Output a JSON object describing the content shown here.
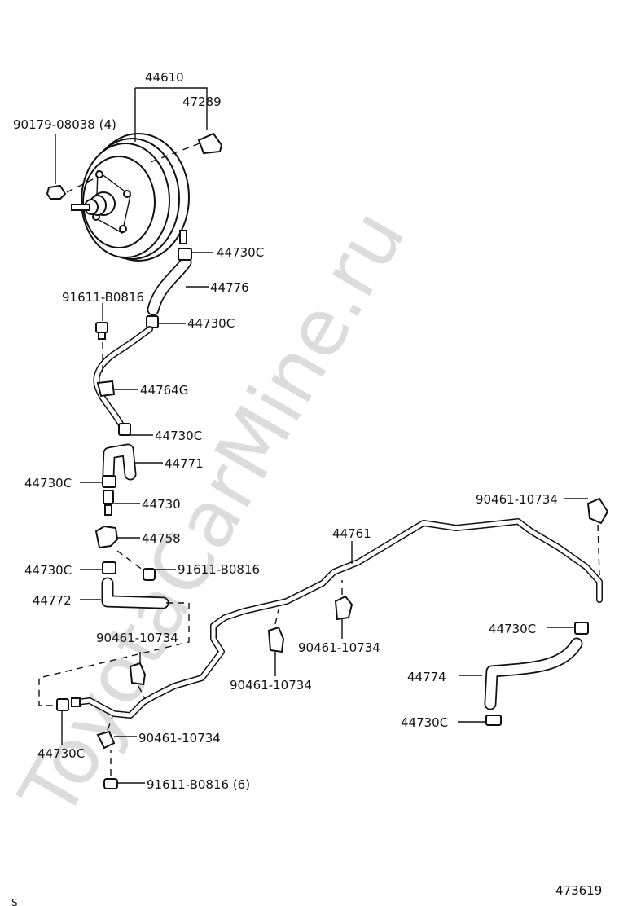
{
  "watermark": "ToyotaCarMine.ru",
  "diagram_id": "473619",
  "corner_mark": "S",
  "labels": {
    "booster": "44610",
    "gasket": "47289",
    "nut": "90179-08038 (4)",
    "clamp_booster": "44730C",
    "hose_upper": "44776",
    "bolt_top": "91611-B0816",
    "clamp_pipe_top": "44730C",
    "pipe_upper": "44764G",
    "clamp_mid": "44730C",
    "hose_mid": "44771",
    "clamp_left1": "44730C",
    "check_valve": "44730",
    "bracket": "44758",
    "clamp_left2": "44730C",
    "bolt_mid": "91611-B0816",
    "hose_lower": "44772",
    "pipe_long": "44761",
    "clip_right_top": "90461-10734",
    "clip_center": "90461-10734",
    "clip_mid": "90461-10734",
    "clip_left": "90461-10734",
    "clip_bottom": "90461-10734",
    "clamp_right": "44730C",
    "hose_right": "44774",
    "clamp_right_bottom": "44730C",
    "clamp_bottom_left": "44730C",
    "bolt_bottom": "91611-B0816 (6)"
  }
}
